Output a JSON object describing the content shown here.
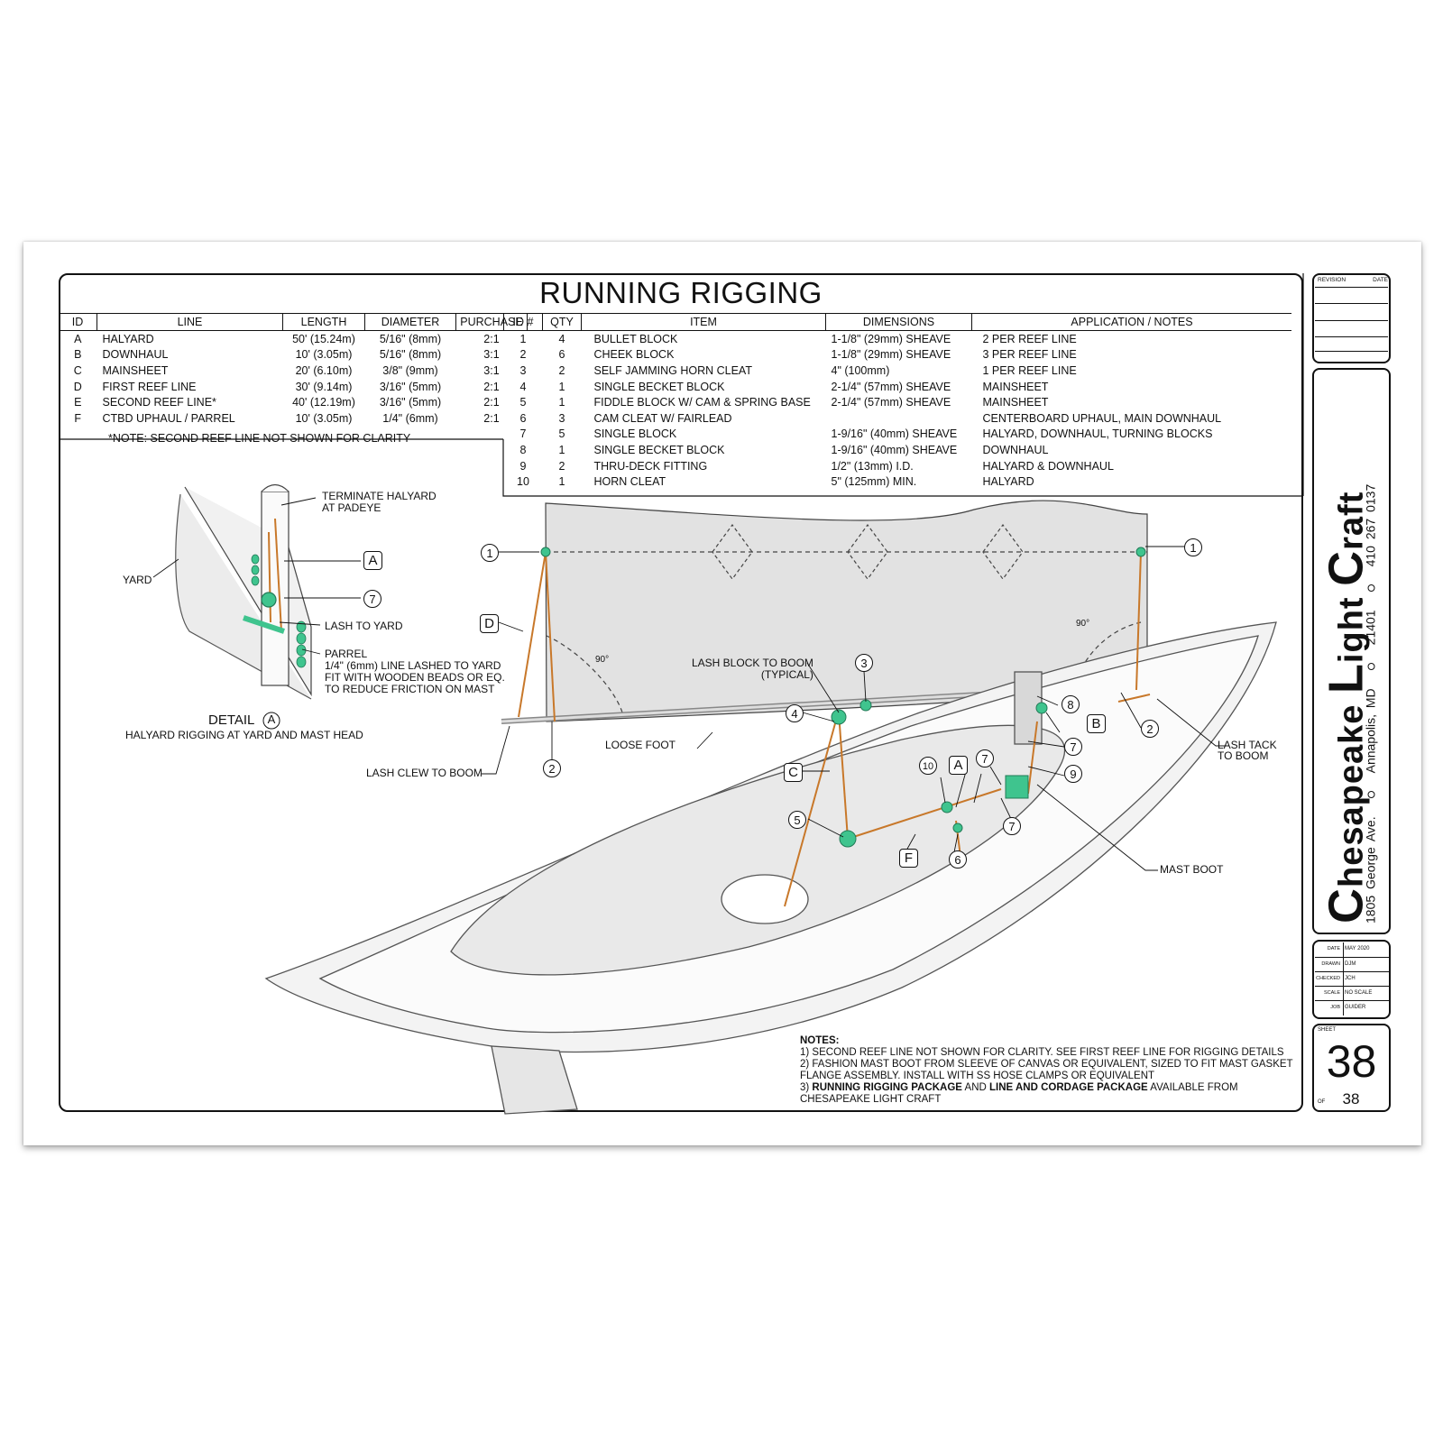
{
  "title": "RUNNING RIGGING",
  "lines_table": {
    "headers": [
      "ID",
      "LINE",
      "LENGTH",
      "DIAMETER",
      "PURCHASE"
    ],
    "rows": [
      [
        "A",
        "HALYARD",
        "50' (15.24m)",
        "5/16\" (8mm)",
        "2:1"
      ],
      [
        "B",
        "DOWNHAUL",
        "10' (3.05m)",
        "5/16\" (8mm)",
        "3:1"
      ],
      [
        "C",
        "MAINSHEET",
        "20' (6.10m)",
        "3/8\" (9mm)",
        "3:1"
      ],
      [
        "D",
        "FIRST REEF LINE",
        "30' (9.14m)",
        "3/16\" (5mm)",
        "2:1"
      ],
      [
        "E",
        "SECOND REEF LINE*",
        "40' (12.19m)",
        "3/16\" (5mm)",
        "2:1"
      ],
      [
        "F",
        "CTBD UPHAUL / PARREL",
        "10' (3.05m)",
        "1/4\" (6mm)",
        "2:1"
      ]
    ],
    "note": "*NOTE: SECOND REEF LINE NOT SHOWN FOR CLARITY"
  },
  "items_table": {
    "headers": [
      "ID #",
      "QTY",
      "ITEM",
      "DIMENSIONS",
      "APPLICATION / NOTES"
    ],
    "rows": [
      [
        "1",
        "4",
        "BULLET BLOCK",
        "1-1/8\" (29mm) SHEAVE",
        "2 PER REEF LINE"
      ],
      [
        "2",
        "6",
        "CHEEK BLOCK",
        "1-1/8\" (29mm) SHEAVE",
        "3 PER REEF LINE"
      ],
      [
        "3",
        "2",
        "SELF JAMMING HORN CLEAT",
        "4\" (100mm)",
        "1 PER REEF LINE"
      ],
      [
        "4",
        "1",
        "SINGLE BECKET BLOCK",
        "2-1/4\" (57mm) SHEAVE",
        "MAINSHEET"
      ],
      [
        "5",
        "1",
        "FIDDLE BLOCK W/ CAM & SPRING BASE",
        "2-1/4\" (57mm) SHEAVE",
        "MAINSHEET"
      ],
      [
        "6",
        "3",
        "CAM CLEAT W/ FAIRLEAD",
        "",
        "CENTERBOARD UPHAUL, MAIN DOWNHAUL"
      ],
      [
        "7",
        "5",
        "SINGLE BLOCK",
        "1-9/16\" (40mm) SHEAVE",
        "HALYARD, DOWNHAUL, TURNING BLOCKS"
      ],
      [
        "8",
        "1",
        "SINGLE BECKET BLOCK",
        "1-9/16\" (40mm) SHEAVE",
        "DOWNHAUL"
      ],
      [
        "9",
        "2",
        "THRU-DECK FITTING",
        "1/2\" (13mm) I.D.",
        "HALYARD & DOWNHAUL"
      ],
      [
        "10",
        "1",
        "HORN CLEAT",
        "5\" (125mm) MIN.",
        "HALYARD"
      ]
    ]
  },
  "revision": {
    "revision_label": "REVISION",
    "date_label": "DATE"
  },
  "logo": {
    "name_parts": [
      {
        "big": "C",
        "rest": "hesapeake "
      },
      {
        "big": "L",
        "rest": "ight "
      },
      {
        "big": "C",
        "rest": "raft"
      }
    ],
    "address": "1805 George Ave.",
    "city": "Annapolis, MD",
    "zip": "21401",
    "phone": "410 267 0137"
  },
  "info": [
    {
      "key": "DATE",
      "value": "MAY 2020"
    },
    {
      "key": "DRAWN",
      "value": "DJM"
    },
    {
      "key": "CHECKED",
      "value": "JCH"
    },
    {
      "key": "SCALE",
      "value": "NO SCALE"
    },
    {
      "key": "JOB",
      "value": "GUIDER"
    }
  ],
  "sheet": {
    "label": "SHEET",
    "number": "38",
    "of_label": "OF",
    "total": "38"
  },
  "notes": {
    "heading": "NOTES:",
    "n1": "1) SECOND REEF LINE NOT SHOWN FOR CLARITY. SEE FIRST REEF LINE FOR RIGGING DETAILS",
    "n2": "2) FASHION MAST BOOT FROM SLEEVE OF CANVAS OR EQUIVALENT, SIZED TO FIT MAST GASKET FLANGE ASSEMBLY. INSTALL WITH SS HOSE CLAMPS OR EQUIVALENT",
    "n3_a": "3) ",
    "n3_b": "RUNNING RIGGING PACKAGE",
    "n3_c": " AND ",
    "n3_d": "LINE AND CORDAGE PACKAGE",
    "n3_e": " AVAILABLE FROM CHESAPEAKE LIGHT CRAFT"
  },
  "detail": {
    "terminate": [
      "TERMINATE HALYARD",
      "AT PADEYE"
    ],
    "yard": "YARD",
    "lash_to_yard": "LASH TO YARD",
    "parrel": [
      "PARREL",
      "1/4\" (6mm) LINE LASHED TO YARD",
      "FIT WITH WOODEN BEADS OR EQ.",
      "TO REDUCE FRICTION ON MAST"
    ],
    "detail_word": "DETAIL",
    "detail_id": "A",
    "caption": "HALYARD RIGGING AT YARD AND MAST HEAD",
    "callout_a": "A",
    "callout_7": "7"
  },
  "boat": {
    "lash_block": [
      "LASH BLOCK TO BOOM",
      "(TYPICAL)"
    ],
    "loose_foot": "LOOSE FOOT",
    "lash_clew": "LASH CLEW TO BOOM",
    "lash_tack": [
      "LASH TACK",
      "TO BOOM"
    ],
    "mast_boot": "MAST BOOT",
    "angle_left": "90°",
    "angle_right": "90°",
    "callouts": {
      "c1a": "1",
      "c1b": "1",
      "c2a": "2",
      "c2b": "2",
      "c3": "3",
      "c4": "4",
      "c5": "5",
      "c6": "6",
      "c7a": "7",
      "c7b": "7",
      "c7c": "7",
      "c8": "8",
      "c9": "9",
      "c10": "10",
      "sD": "D",
      "sB": "B",
      "sC": "C",
      "sA": "A",
      "sF": "F"
    }
  },
  "colors": {
    "line": "#c8782a",
    "hardware": "#3fc48e",
    "hull_stroke": "#555555"
  }
}
